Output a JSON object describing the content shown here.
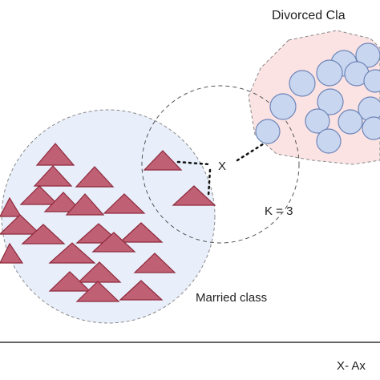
{
  "labels": {
    "divorced": "Divorced Cla",
    "married": "Married class",
    "query": "X",
    "k": "K = 3",
    "x_axis": "X- Ax"
  },
  "colors": {
    "married_fill": "#e8eefa",
    "divorced_fill": "#fbe3e3",
    "triangle_fill": "#c06075",
    "triangle_stroke": "#8e2a3c",
    "circle_fill": "#c8d6f0",
    "circle_stroke": "#6f86b8",
    "region_stroke": "#8a8a8a",
    "axis": "#333333"
  },
  "k_value": 3
}
